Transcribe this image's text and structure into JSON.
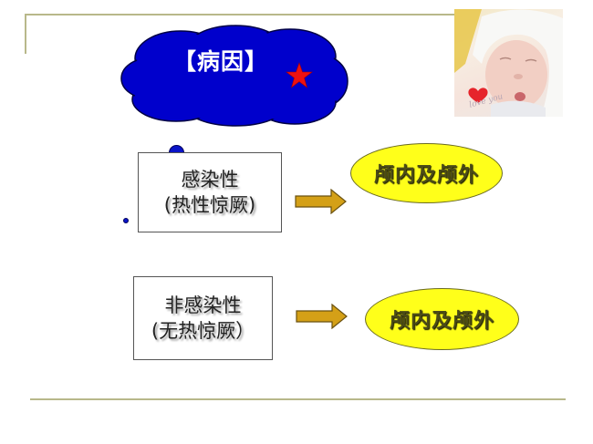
{
  "slide": {
    "title": "【病因】",
    "photo": {
      "description": "baby in white hood",
      "caption": "love you",
      "heart_icon": "heart"
    },
    "star_icon": "red-star",
    "colors": {
      "cloud": "#0000cc",
      "star": "#ee1111",
      "arrow": "#d4a017",
      "ellipse": "#ffff1a",
      "ellipse_text": "#4b4b18",
      "rule": "#b8b88a",
      "dot": "#0a14c8"
    },
    "rows": [
      {
        "cause_line1": "感染性",
        "cause_line2": "(热性惊厥)",
        "location": "颅内及颅外"
      },
      {
        "cause_line1": "非感染性",
        "cause_line2": "(无热惊厥）",
        "location": "颅内及颅外"
      }
    ]
  }
}
